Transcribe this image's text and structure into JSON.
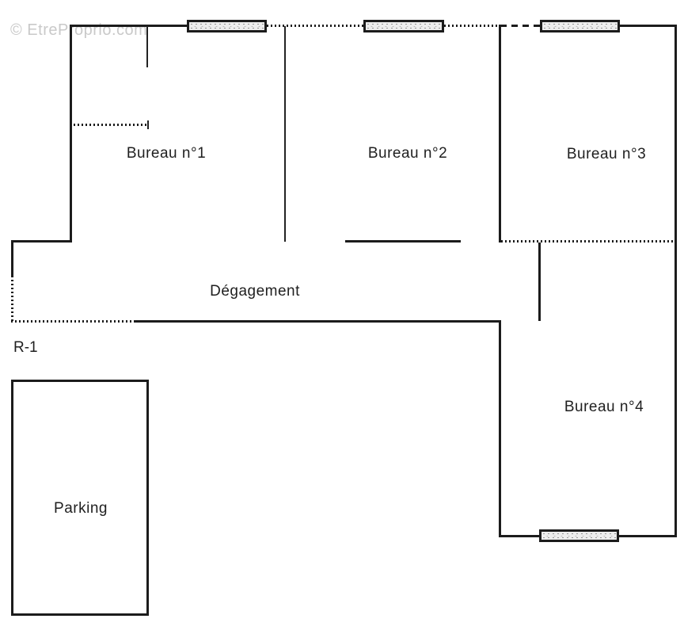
{
  "watermark": "© EtreProprio.com",
  "floor_label": "R-1",
  "rooms": [
    {
      "id": "bureau-1",
      "label": "Bureau n°1"
    },
    {
      "id": "bureau-2",
      "label": "Bureau n°2"
    },
    {
      "id": "bureau-3",
      "label": "Bureau n°3"
    },
    {
      "id": "bureau-4",
      "label": "Bureau n°4"
    },
    {
      "id": "degagement",
      "label": "Dégagement"
    },
    {
      "id": "parking",
      "label": "Parking"
    }
  ],
  "colors": {
    "wall": "#1c1c1c",
    "watermark_text": "#c9c9c9",
    "window_fill": "#ededed",
    "background": "#ffffff"
  }
}
